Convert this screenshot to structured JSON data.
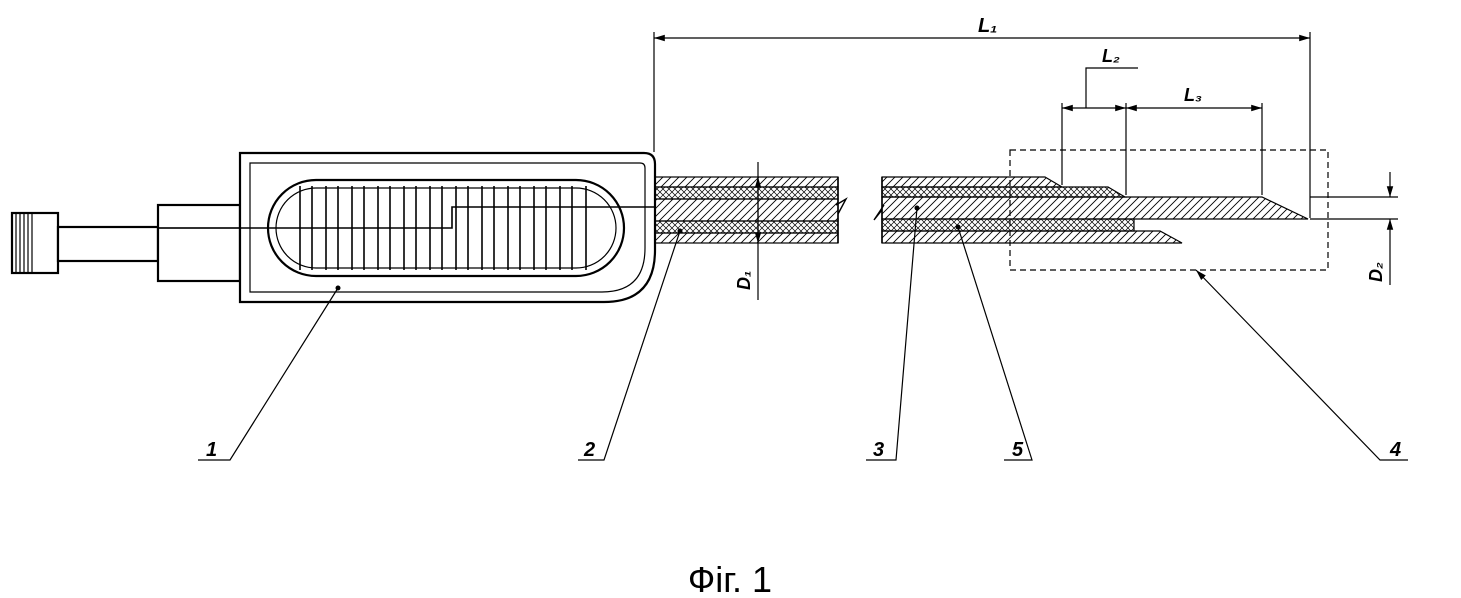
{
  "figure": {
    "caption": "Фіг. 1",
    "callouts": [
      "1",
      "2",
      "3",
      "5",
      "4"
    ],
    "dimensions": {
      "l1": "L₁",
      "l2": "L₂",
      "l3": "L₃",
      "d1": "D₁",
      "d2": "D₂"
    }
  }
}
